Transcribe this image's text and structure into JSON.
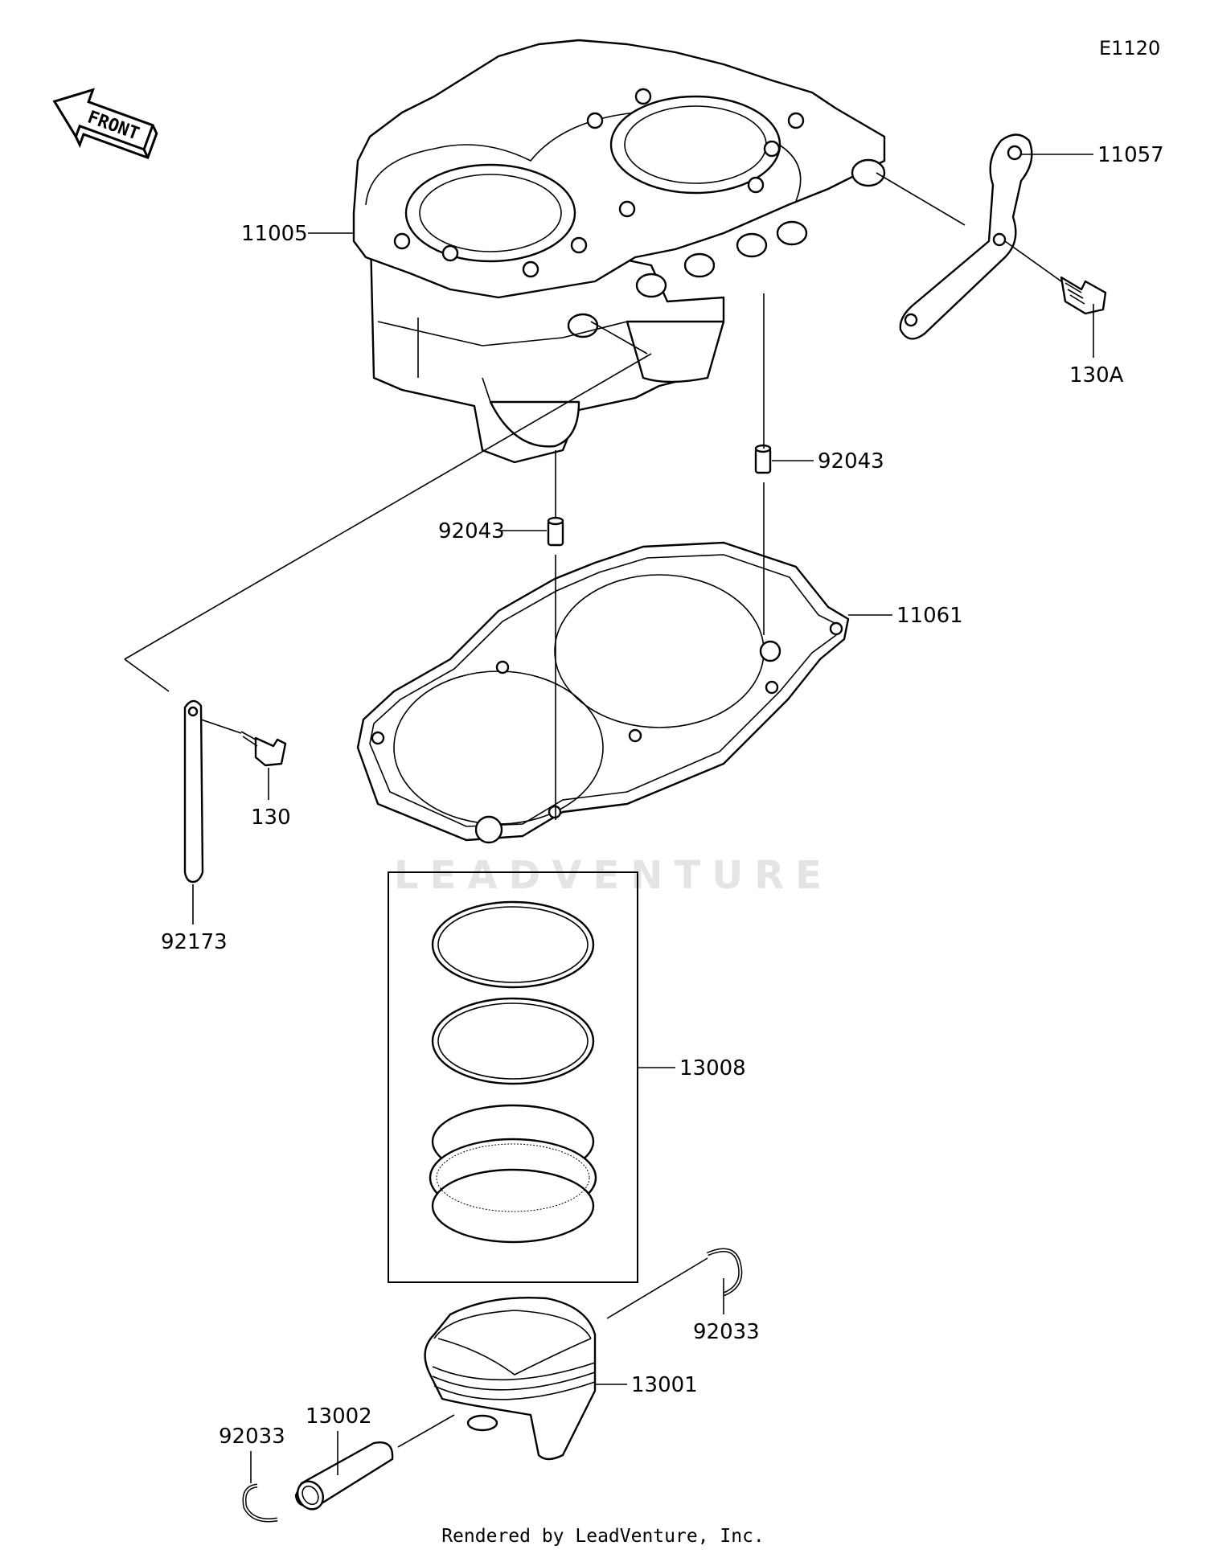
{
  "diagram_code": "E1120",
  "front_label": "FRONT",
  "credit": "Rendered by LeadVenture, Inc.",
  "watermark": "LEADVENTURE",
  "parts": {
    "cylinder": "11005",
    "bracket": "11057",
    "bracket_bolt": "130A",
    "dowel_pin_right": "92043",
    "dowel_pin_left": "92043",
    "cylinder_gasket": "11061",
    "bolt": "130",
    "strap": "92173",
    "piston_rings": "13008",
    "circlip_right": "92033",
    "piston": "13001",
    "piston_pin": "13002",
    "circlip_left": "92033"
  }
}
